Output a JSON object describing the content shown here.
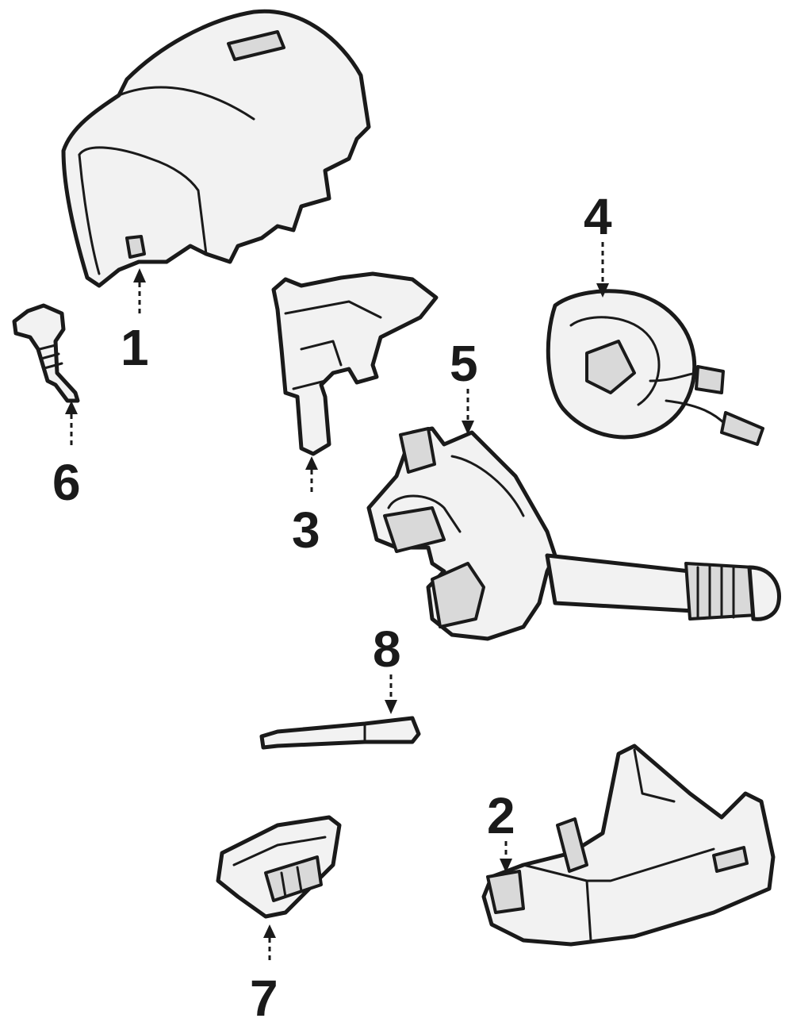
{
  "callouts": [
    {
      "id": "1",
      "label": "1"
    },
    {
      "id": "2",
      "label": "2"
    },
    {
      "id": "3",
      "label": "3"
    },
    {
      "id": "4",
      "label": "4"
    },
    {
      "id": "5",
      "label": "5"
    },
    {
      "id": "6",
      "label": "6"
    },
    {
      "id": "7",
      "label": "7"
    },
    {
      "id": "8",
      "label": "8"
    }
  ],
  "colors": {
    "line": "#1a1a1a",
    "fill": "#f2f2f2",
    "background": "#ffffff"
  }
}
